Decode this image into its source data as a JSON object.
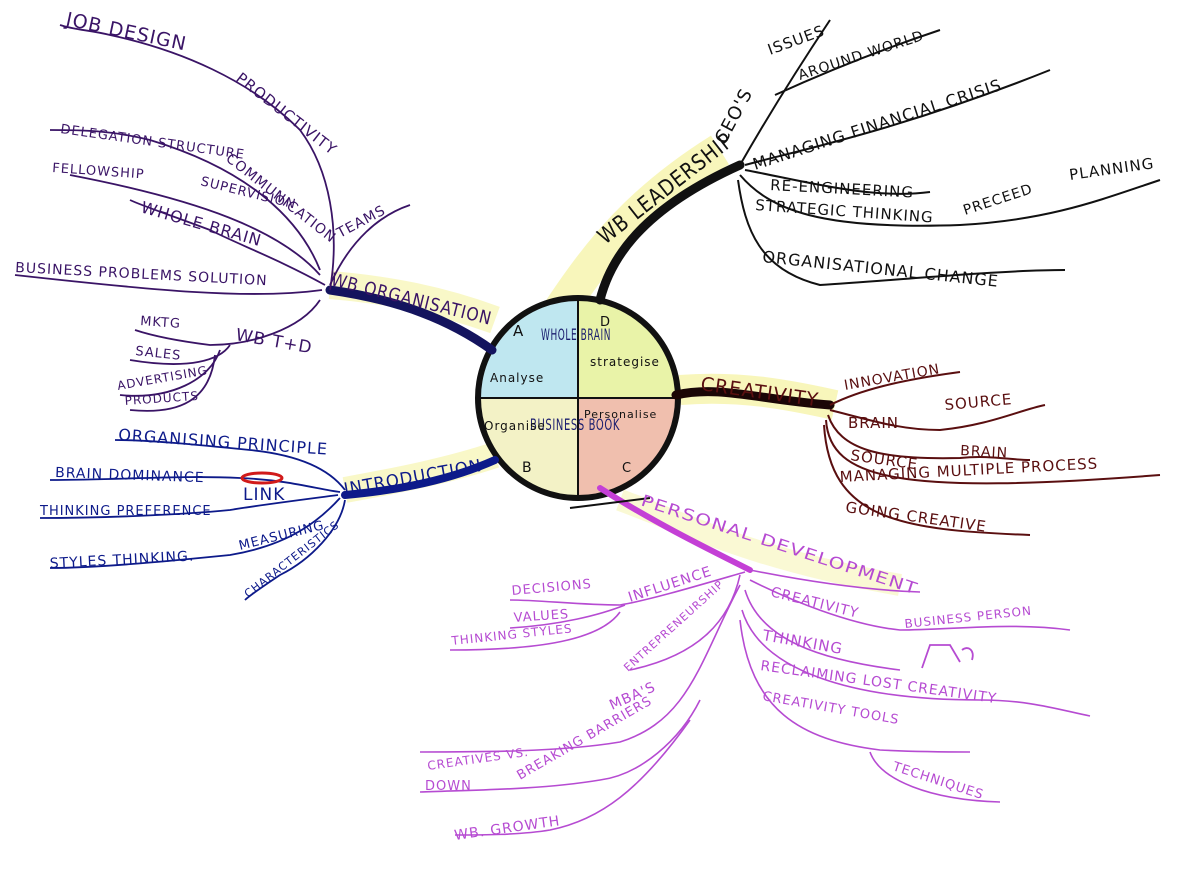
{
  "center": {
    "title_top": "WHOLE BRAIN",
    "title_bottom": "BUSINESS BOOK",
    "quadrants": [
      {
        "letter": "A",
        "word": "Analyse",
        "color": "#bfe7f0"
      },
      {
        "letter": "D",
        "word": "strategise",
        "color": "#e9f3a8"
      },
      {
        "letter": "B",
        "word": "Organise",
        "color": "#f3f2c6"
      },
      {
        "letter": "C",
        "word": "Personalise",
        "color": "#f0bfae"
      }
    ]
  },
  "branches": {
    "organisation": {
      "label": "WB ORGANISATION",
      "color": "#3a1466",
      "items": [
        "JOB DESIGN",
        "PRODUCTIVITY",
        "DELEGATION STRUCTURE",
        "FELLOWSHIP",
        "COMMUNICATION",
        "SUPERVISION",
        "TEAMS",
        "WHOLE BRAIN",
        "BUSINESS PROBLEMS SOLUTION",
        "WB T+D",
        "MKTG",
        "SALES",
        "ADVERTISING",
        "PRODUCTS"
      ]
    },
    "introduction": {
      "label": "INTRODUCTION",
      "color": "#0d1a8a",
      "items": [
        "ORGANISING PRINCIPLE",
        "BRAIN DOMINANCE",
        "LINK",
        "THINKING PREFERENCE",
        "MEASURING",
        "STYLES THINKING.",
        "CHARACTERISTICS"
      ]
    },
    "leadership": {
      "label": "WB LEADERSHIP",
      "color": "#111111",
      "items": [
        "CEO'S",
        "ISSUES",
        "AROUND WORLD",
        "MANAGING FINANCIAL CRISIS",
        "RE-ENGINEERING",
        "STRATEGIC THINKING",
        "PRECEED",
        "PLANNING",
        "ORGANISATIONAL CHANGE"
      ]
    },
    "creativity": {
      "label": "CREATIVITY",
      "color": "#5a0f10",
      "items": [
        "INNOVATION",
        "BRAIN",
        "SOURCE",
        "SOURCE",
        "BRAIN",
        "MANAGING MULTIPLE PROCESS",
        "GOING CREATIVE"
      ]
    },
    "personal": {
      "label": "PERSONAL DEVELOPMENT",
      "color": "#b64bd2",
      "items": [
        "DECISIONS",
        "INFLUENCE",
        "VALUES",
        "THINKING STYLES",
        "ENTREPRENEURSHIP",
        "CREATIVITY",
        "BUSINESS PERSON",
        "THINKING",
        "RECLAIMING LOST CREATIVITY",
        "CREATIVITY TOOLS",
        "TECHNIQUES",
        "MBA'S",
        "CREATIVES VS.",
        "BREAKING BARRIERS",
        "DOWN",
        "WB. GROWTH"
      ]
    }
  }
}
